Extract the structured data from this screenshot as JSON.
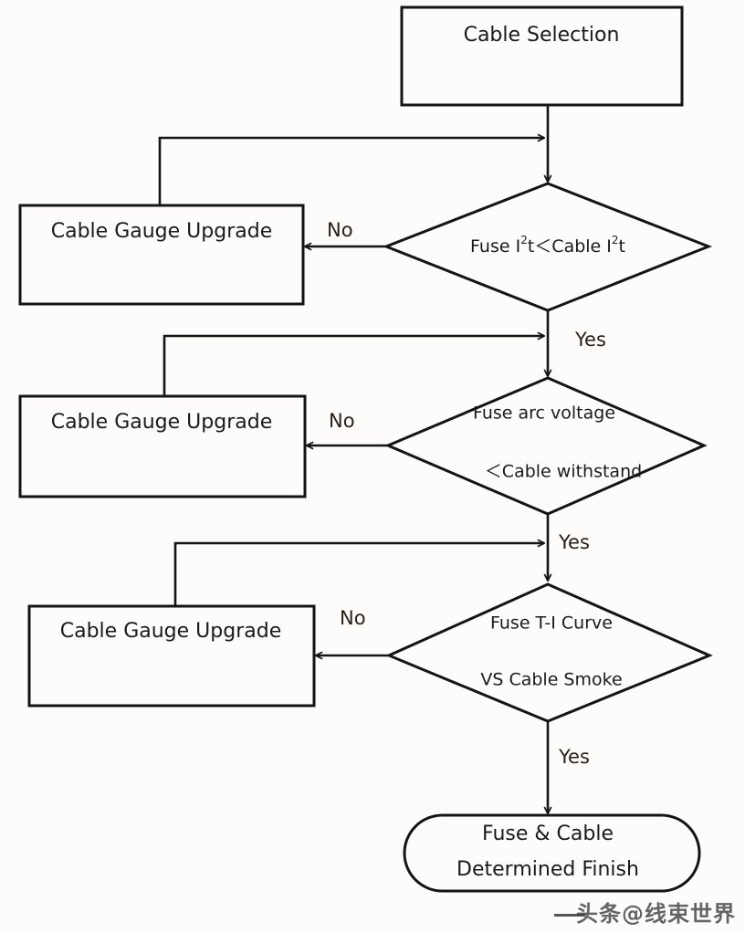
{
  "diagram": {
    "title": "Cable Selection",
    "type": "flowchart",
    "background_color": "#fdfcfb",
    "line_color": "#141414",
    "text_color": "#1a1a1a"
  },
  "nodes": {
    "start": {
      "label": "Cable Selection",
      "shape": "process"
    },
    "decision1": {
      "line1": "Fuse I",
      "sup1": "2",
      "mid1": "t",
      "operator": "＜",
      "line2": "Cable  I",
      "sup2": "2",
      "mid2": "t",
      "full_text": "Fuse I2t＜Cable I2t",
      "shape": "decision"
    },
    "decision2": {
      "line1": "Fuse arc voltage",
      "line2": "＜Cable withstand",
      "shape": "decision"
    },
    "decision3": {
      "line1": "Fuse T-I Curve",
      "line2": "VS Cable Smoke",
      "shape": "decision"
    },
    "upgrade1": {
      "label": "Cable Gauge Upgrade",
      "shape": "process"
    },
    "upgrade2": {
      "label": "Cable Gauge Upgrade",
      "shape": "process"
    },
    "upgrade3": {
      "label": "Cable Gauge Upgrade",
      "shape": "process"
    },
    "finish": {
      "line1": "Fuse & Cable",
      "line2": "Determined Finish",
      "shape": "terminator"
    }
  },
  "edge_labels": {
    "no1": "No",
    "no2": "No",
    "no3": "No",
    "yes1": "Yes",
    "yes2": "Yes",
    "yes3": "Yes"
  },
  "watermark": {
    "text": "头条@线束世界"
  }
}
